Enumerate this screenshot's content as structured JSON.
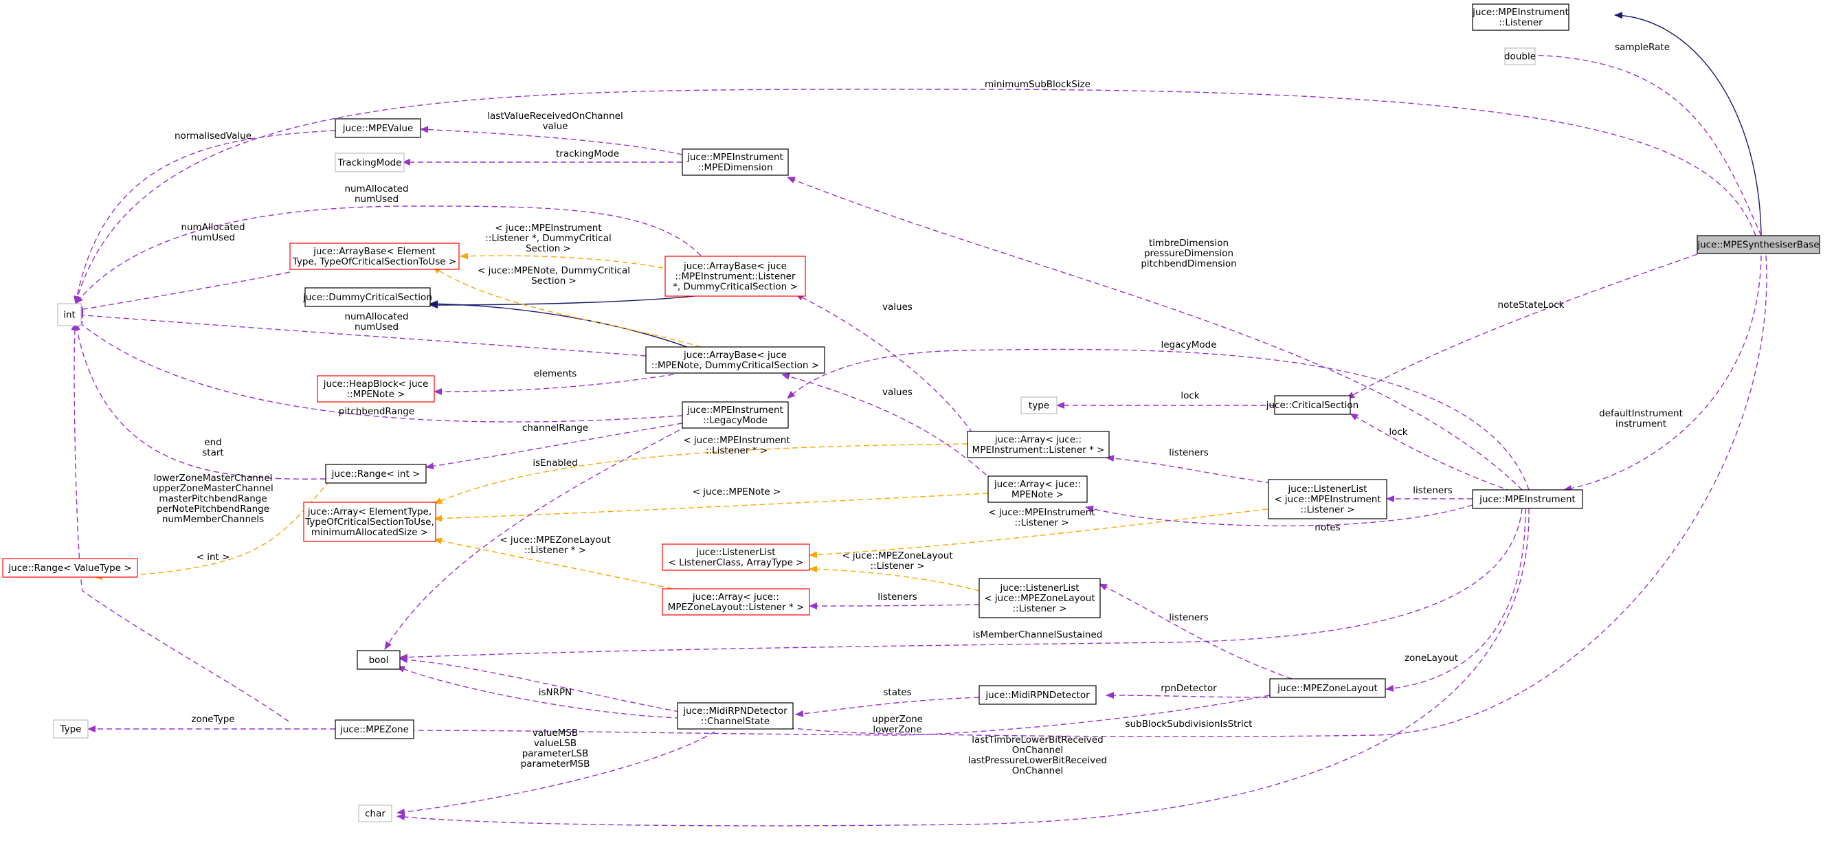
{
  "colors": {
    "member_edge": "#9a32cd",
    "template_edge": "#ffa500",
    "inherit_edge": "#191970",
    "node_black": "#000000",
    "node_red": "#ff0000",
    "node_gray": "#bfbfbf",
    "highlight_fill": "#bfbfbf"
  },
  "nodes": [
    {
      "id": "synth",
      "lines": [
        "juce::MPESynthesiserBase"
      ],
      "style": "highlight"
    },
    {
      "id": "instlistener",
      "lines": [
        "juce::MPEInstrument",
        "::Listener"
      ],
      "style": "black"
    },
    {
      "id": "double",
      "lines": [
        "double"
      ],
      "style": "gray"
    },
    {
      "id": "int",
      "lines": [
        "int"
      ],
      "style": "gray"
    },
    {
      "id": "mpevalue",
      "lines": [
        "juce::MPEValue"
      ],
      "style": "black"
    },
    {
      "id": "trackingmode",
      "lines": [
        "TrackingMode"
      ],
      "style": "gray"
    },
    {
      "id": "mpedimension",
      "lines": [
        "juce::MPEInstrument",
        "::MPEDimension"
      ],
      "style": "black"
    },
    {
      "id": "arraybase_generic",
      "lines": [
        "juce::ArrayBase< Element",
        "Type, TypeOfCriticalSectionToUse >"
      ],
      "style": "red"
    },
    {
      "id": "arraybase_listener",
      "lines": [
        "juce::ArrayBase< juce",
        "::MPEInstrument::Listener",
        "*, DummyCriticalSection >"
      ],
      "style": "red"
    },
    {
      "id": "dummycs",
      "lines": [
        "juce::DummyCriticalSection"
      ],
      "style": "black"
    },
    {
      "id": "arraybase_note",
      "lines": [
        "juce::ArrayBase< juce",
        "::MPENote, DummyCriticalSection >"
      ],
      "style": "black"
    },
    {
      "id": "heapblock",
      "lines": [
        "juce::HeapBlock< juce",
        "::MPENote >"
      ],
      "style": "red"
    },
    {
      "id": "legacymode",
      "lines": [
        "juce::MPEInstrument",
        "::LegacyMode"
      ],
      "style": "black"
    },
    {
      "id": "rangeint",
      "lines": [
        "juce::Range< int >"
      ],
      "style": "black"
    },
    {
      "id": "array_generic",
      "lines": [
        "juce::Array< ElementType,",
        "TypeOfCriticalSectionToUse,",
        "minimumAllocatedSize >"
      ],
      "style": "red"
    },
    {
      "id": "range_generic",
      "lines": [
        "juce::Range< ValueType >"
      ],
      "style": "red"
    },
    {
      "id": "type_node",
      "lines": [
        "type"
      ],
      "style": "gray"
    },
    {
      "id": "critsection",
      "lines": [
        "juce::CriticalSection"
      ],
      "style": "black"
    },
    {
      "id": "array_listener",
      "lines": [
        "juce::Array< juce::",
        "MPEInstrument::Listener * >"
      ],
      "style": "black"
    },
    {
      "id": "array_note",
      "lines": [
        "juce::Array< juce::",
        "MPENote >"
      ],
      "style": "black"
    },
    {
      "id": "listenerlist_inst",
      "lines": [
        "juce::ListenerList",
        "< juce::MPEInstrument",
        "::Listener >"
      ],
      "style": "black"
    },
    {
      "id": "mpeinstrument",
      "lines": [
        "juce::MPEInstrument"
      ],
      "style": "black"
    },
    {
      "id": "listenerlist_generic",
      "lines": [
        "juce::ListenerList",
        "< ListenerClass, ArrayType >"
      ],
      "style": "red"
    },
    {
      "id": "array_zonelistener",
      "lines": [
        "juce::Array< juce::",
        "MPEZoneLayout::Listener * >"
      ],
      "style": "red"
    },
    {
      "id": "listenerlist_zone",
      "lines": [
        "juce::ListenerList",
        "< juce::MPEZoneLayout",
        "::Listener >"
      ],
      "style": "black"
    },
    {
      "id": "bool",
      "lines": [
        "bool"
      ],
      "style": "black"
    },
    {
      "id": "midirpndetector",
      "lines": [
        "juce::MidiRPNDetector"
      ],
      "style": "black"
    },
    {
      "id": "zonelayout",
      "lines": [
        "juce::MPEZoneLayout"
      ],
      "style": "black"
    },
    {
      "id": "Type",
      "lines": [
        "Type"
      ],
      "style": "gray"
    },
    {
      "id": "mpezone",
      "lines": [
        "juce::MPEZone"
      ],
      "style": "black"
    },
    {
      "id": "channelstate",
      "lines": [
        "juce::MidiRPNDetector",
        "::ChannelState"
      ],
      "style": "black"
    },
    {
      "id": "char",
      "lines": [
        "char"
      ],
      "style": "gray"
    }
  ],
  "labels": [
    {
      "id": "lbl_samplerate",
      "lines": [
        "sampleRate"
      ]
    },
    {
      "id": "lbl_minsub",
      "lines": [
        "minimumSubBlockSize"
      ]
    },
    {
      "id": "lbl_normalised",
      "lines": [
        "normalisedValue"
      ]
    },
    {
      "id": "lbl_lastvalue",
      "lines": [
        "lastValueReceivedOnChannel",
        "value"
      ]
    },
    {
      "id": "lbl_trackingmode",
      "lines": [
        "trackingMode"
      ]
    },
    {
      "id": "lbl_numalloc1",
      "lines": [
        "numAllocated",
        "numUsed"
      ]
    },
    {
      "id": "lbl_numalloc2",
      "lines": [
        "numAllocated",
        "numUsed"
      ]
    },
    {
      "id": "lbl_numalloc3",
      "lines": [
        "numAllocated",
        "numUsed"
      ]
    },
    {
      "id": "lbl_tmpl_listener",
      "lines": [
        "< juce::MPEInstrument",
        "::Listener *, DummyCritical",
        "Section >"
      ]
    },
    {
      "id": "lbl_tmpl_note",
      "lines": [
        "< juce::MPENote, DummyCritical",
        "Section >"
      ]
    },
    {
      "id": "lbl_timbre",
      "lines": [
        "timbreDimension",
        "pressureDimension",
        "pitchbendDimension"
      ]
    },
    {
      "id": "lbl_values1",
      "lines": [
        "values"
      ]
    },
    {
      "id": "lbl_values2",
      "lines": [
        "values"
      ]
    },
    {
      "id": "lbl_notestatelock",
      "lines": [
        "noteStateLock"
      ]
    },
    {
      "id": "lbl_legacymode",
      "lines": [
        "legacyMode"
      ]
    },
    {
      "id": "lbl_elements",
      "lines": [
        "elements"
      ]
    },
    {
      "id": "lbl_pitchbendrange",
      "lines": [
        "pitchbendRange"
      ]
    },
    {
      "id": "lbl_lock1",
      "lines": [
        "lock"
      ]
    },
    {
      "id": "lbl_lock2",
      "lines": [
        "lock"
      ]
    },
    {
      "id": "lbl_defaultinst",
      "lines": [
        "defaultInstrument",
        "instrument"
      ]
    },
    {
      "id": "lbl_channelrange",
      "lines": [
        "channelRange"
      ]
    },
    {
      "id": "lbl_endstart",
      "lines": [
        "end",
        "start"
      ]
    },
    {
      "id": "lbl_tmpl_instlistenerptr",
      "lines": [
        "< juce::MPEInstrument",
        "::Listener * >"
      ]
    },
    {
      "id": "lbl_isenabled",
      "lines": [
        "isEnabled"
      ]
    },
    {
      "id": "lbl_listeners1",
      "lines": [
        "listeners"
      ]
    },
    {
      "id": "lbl_listeners2",
      "lines": [
        "listeners"
      ]
    },
    {
      "id": "lbl_listeners3",
      "lines": [
        "listeners"
      ]
    },
    {
      "id": "lbl_listeners4",
      "lines": [
        "listeners"
      ]
    },
    {
      "id": "lbl_zonechannels",
      "lines": [
        "lowerZoneMasterChannel",
        "upperZoneMasterChannel",
        "masterPitchbendRange",
        "perNotePitchbendRange",
        "numMemberChannels"
      ]
    },
    {
      "id": "lbl_tmpl_mpenote",
      "lines": [
        "< juce::MPENote >"
      ]
    },
    {
      "id": "lbl_tmpl_instlistener2",
      "lines": [
        "< juce::MPEInstrument",
        "::Listener >"
      ]
    },
    {
      "id": "lbl_notes",
      "lines": [
        "notes"
      ]
    },
    {
      "id": "lbl_tmpl_int",
      "lines": [
        "< int >"
      ]
    },
    {
      "id": "lbl_tmpl_zonelayoutptr",
      "lines": [
        "< juce::MPEZoneLayout",
        "::Listener * >"
      ]
    },
    {
      "id": "lbl_tmpl_zonelayout",
      "lines": [
        "< juce::MPEZoneLayout",
        "::Listener >"
      ]
    },
    {
      "id": "lbl_ismember",
      "lines": [
        "isMemberChannelSustained"
      ]
    },
    {
      "id": "lbl_zonelayout",
      "lines": [
        "zoneLayout"
      ]
    },
    {
      "id": "lbl_states",
      "lines": [
        "states"
      ]
    },
    {
      "id": "lbl_rpndetector",
      "lines": [
        "rpnDetector"
      ]
    },
    {
      "id": "lbl_isnrpn",
      "lines": [
        "isNRPN"
      ]
    },
    {
      "id": "lbl_zonetype",
      "lines": [
        "zoneType"
      ]
    },
    {
      "id": "lbl_upperlower",
      "lines": [
        "upperZone",
        "lowerZone"
      ]
    },
    {
      "id": "lbl_subblock",
      "lines": [
        "subBlockSubdivisionIsStrict"
      ]
    },
    {
      "id": "lbl_valuemsb",
      "lines": [
        "valueMSB",
        "valueLSB",
        "parameterLSB",
        "parameterMSB"
      ]
    },
    {
      "id": "lbl_lasttimbre",
      "lines": [
        "lastTimbreLowerBitReceived",
        "OnChannel",
        "lastPressureLowerBitReceived",
        "OnChannel"
      ]
    }
  ]
}
